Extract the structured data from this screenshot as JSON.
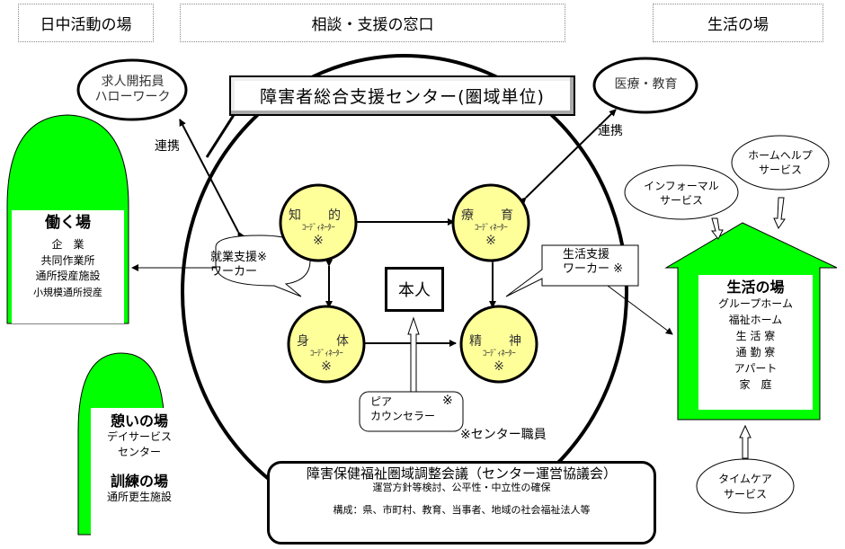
{
  "headers": {
    "day_activity": "日中活動の場",
    "consultation": "相談・支援の窓口",
    "living": "生活の場"
  },
  "center": {
    "title": "障害者総合支援センター(圏域単位)",
    "person": "本人"
  },
  "partners": {
    "job_developer_line1": "求人開拓員",
    "job_developer_line2": "ハローワーク",
    "medical_education": "医療・教育",
    "link_label_left": "連携",
    "link_label_right": "連携"
  },
  "coordinators": [
    {
      "title": "知　的",
      "sub": "ｺｰﾃﾞｨﾈｰﾀｰ",
      "mark": "※"
    },
    {
      "title": "療　育",
      "sub": "ｺｰﾃﾞｨﾈｰﾀｰ",
      "mark": "※"
    },
    {
      "title": "身　体",
      "sub": "ｺｰﾃﾞｨﾈｰﾀｰ",
      "mark": "※"
    },
    {
      "title": "精　神",
      "sub": "ｺｰﾃﾞｨﾈｰﾀｰ",
      "mark": "※"
    }
  ],
  "workers": {
    "employment_line1": "就業支援※",
    "employment_line2": "ワーカー",
    "living_line1": "生活支援",
    "living_line2": "ワーカー ※",
    "peer_line1": "ピア",
    "peer_line2": "カウンセラー",
    "peer_mark": "※",
    "staff_note": "※センター職員"
  },
  "work_place": {
    "title": "働く場",
    "items": [
      "企　業",
      "共同作業所",
      "通所授産施設",
      "小規模通所授産"
    ]
  },
  "rest_place": {
    "title": "憩いの場",
    "items": [
      "デイサービス",
      "センター"
    ],
    "training_title": "訓練の場",
    "training_items": [
      "通所更生施設"
    ]
  },
  "living_place": {
    "title": "生活の場",
    "items": [
      "グループホーム",
      "福祉ホーム",
      "生 活 寮",
      "通 勤 寮",
      "アパート",
      "家　庭"
    ]
  },
  "services": {
    "informal_line1": "インフォーマル",
    "informal_line2": "サービス",
    "homehelp_line1": "ホームヘルプ",
    "homehelp_line2": "サービス",
    "timecare_line1": "タイムケア",
    "timecare_line2": "サービス"
  },
  "council": {
    "title": "障害保健福祉圏域調整会議（センター運営協議会）",
    "purpose": "運営方針等検討、公平性・中立性の確保",
    "members": "構成：県、市町村、教育、当事者、地域の社会福祉法人等"
  },
  "colors": {
    "green": "#00ff00",
    "coordinator_fill": "#ffff99"
  }
}
